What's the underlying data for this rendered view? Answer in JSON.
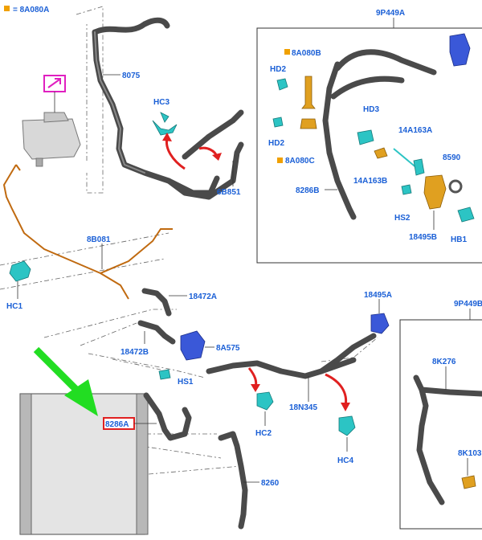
{
  "legend": {
    "color": "#f0a000",
    "text": "= 8A080A"
  },
  "labels": {
    "p8075": "8075",
    "hc3": "HC3",
    "p6b851": "6B851",
    "p8b081": "8B081",
    "hc1": "HC1",
    "p18472a": "18472A",
    "p18472b": "18472B",
    "p8a575": "8A575",
    "hs1": "HS1",
    "p18495a": "18495A",
    "p18n345": "18N345",
    "hc2": "HC2",
    "hc4": "HC4",
    "p8286a": "8286A",
    "p8260": "8260",
    "box1_title": "9P449A",
    "p8a080b": "8A080B",
    "hd2_top": "HD2",
    "hd2_bottom": "HD2",
    "p8a080c": "8A080C",
    "hd3": "HD3",
    "p14a163a": "14A163A",
    "p14a163b": "14A163B",
    "p8590": "8590",
    "p8286b": "8286B",
    "hs2": "HS2",
    "p18495b": "18495B",
    "hb1": "HB1",
    "box2_title": "9P449B",
    "p8k276": "8K276",
    "p8k103": "8K103"
  },
  "colors": {
    "label": "#1a5fd6",
    "hose": "#4a4a4a",
    "clip": "#2cc4c4",
    "sensor": "#3a58d8",
    "brass": "#e0a020",
    "pipe": "#c06a10",
    "arrow_red": "#e02020",
    "arrow_green": "#22dd22",
    "highlight_box": "#e02020",
    "magenta_box": "#e020c0"
  },
  "icons": [
    "link-arrow-icon",
    "highlight-arrow-icon"
  ]
}
